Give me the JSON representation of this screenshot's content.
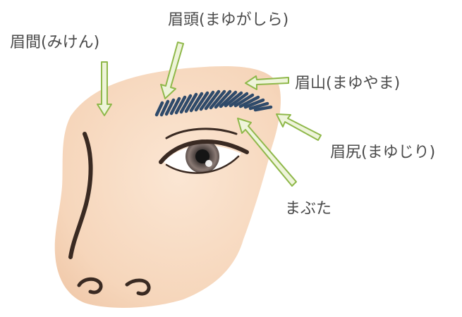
{
  "labels": {
    "miken": "眉間(みけん)",
    "mayugashira": "眉頭(まゆがしら)",
    "mayuyama": "眉山(まゆやま)",
    "mayujiri": "眉尻(まゆじり)",
    "mabuta": "まぶた"
  },
  "colors": {
    "skin": "#f7dcc4",
    "skin_shadow": "#efc4a4",
    "brow": "#2f4a6a",
    "outline": "#3a2a22",
    "arrow_fill": "#eef4da",
    "arrow_stroke": "#8fb84a",
    "iris": "#7a6c68",
    "text": "#4a4a4a"
  }
}
